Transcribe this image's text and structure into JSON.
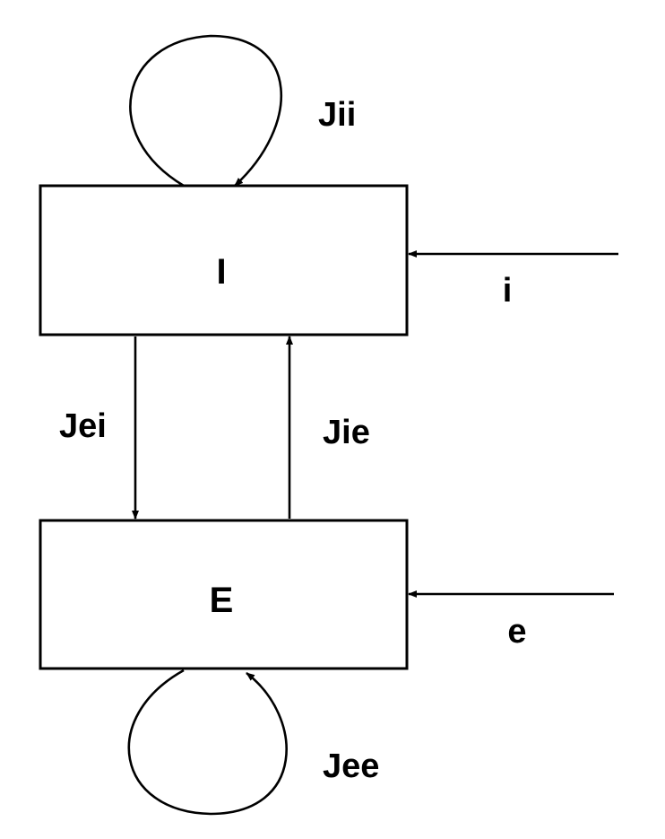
{
  "nodes": {
    "inhibitory": {
      "label": "I"
    },
    "excitatory": {
      "label": "E"
    }
  },
  "edges": {
    "ii": {
      "label": "Jii"
    },
    "ei": {
      "label": "Jei"
    },
    "ie": {
      "label": "Jie"
    },
    "ee": {
      "label": "Jee"
    },
    "input_i": {
      "label": "i"
    },
    "input_e": {
      "label": "e"
    }
  },
  "style": {
    "stroke": "#000000",
    "background": "#ffffff"
  }
}
